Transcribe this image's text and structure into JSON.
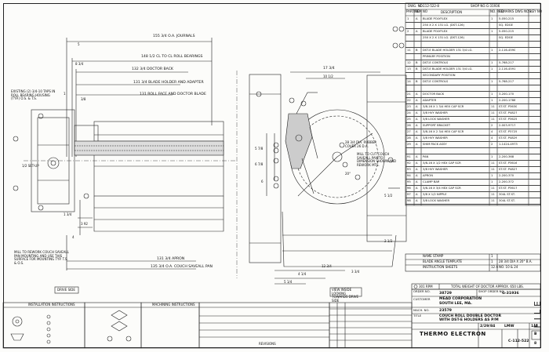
{
  "header": {
    "dwg_no_label": "DWG. NO.",
    "dwg_no": "C-112-522-8",
    "shop_no_label": "SHOP NO.",
    "shop_no": "G-31936"
  },
  "bom_headers": {
    "part_no": "PART NO",
    "item_no": "ITEM NO",
    "description": "DESCRIPTION",
    "no_req": "NO. REQ.",
    "remarks": "REMARKS DWG NOS.",
    "key_no": "KEY NO"
  },
  "bom": [
    {
      "part": "1",
      "item": "A",
      "desc": "BLADE POLYFLEX",
      "req": "1",
      "rem": "5-050-215"
    },
    {
      "part": "",
      "item": "",
      "desc": "250 X 2 X 131 LG. (DST-126)",
      "req": "",
      "rem": "SQ. EDGE"
    },
    {
      "part": "2",
      "item": "A",
      "desc": "BLADE POLYFLEX",
      "req": "1",
      "rem": "5-050-215"
    },
    {
      "part": "",
      "item": "",
      "desc": "250 X 2 X 131 LG. (DST-126)",
      "req": "",
      "rem": "SQ. EDGE"
    },
    {
      "part": "",
      "item": "",
      "desc": "",
      "req": "",
      "rem": ""
    },
    {
      "part": "11",
      "item": "B",
      "desc": "DST-E BLADE HOLDER 131 3/4 LG.",
      "req": "1",
      "rem": "2-116-4590"
    },
    {
      "part": "",
      "item": "",
      "desc": "PRIMARY POSITION",
      "req": "",
      "rem": ""
    },
    {
      "part": "12",
      "item": "B",
      "desc": "DST-E CONTROLS",
      "req": "1",
      "rem": "5-768-217"
    },
    {
      "part": "13",
      "item": "B",
      "desc": "DST-E BLADE HOLDER 131 3/4 LG.",
      "req": "1",
      "rem": "2-116-4591"
    },
    {
      "part": "",
      "item": "",
      "desc": "SECONDARY POSITION",
      "req": "",
      "rem": ""
    },
    {
      "part": "14",
      "item": "B",
      "desc": "DST-E CONTROLS",
      "req": "1",
      "rem": "5-768-217"
    },
    {
      "part": "",
      "item": "",
      "desc": "",
      "req": "",
      "rem": ""
    },
    {
      "part": "21",
      "item": "A",
      "desc": "DOCTOR BACK",
      "req": "1",
      "rem": "3-200-170"
    },
    {
      "part": "22",
      "item": "A",
      "desc": "ADAPTER",
      "req": "1",
      "rem": "2-200-1788"
    },
    {
      "part": "23",
      "item": "A",
      "desc": "3/8-16 X 1 3/4 HEX CAP SCR",
      "req": "11",
      "rem": "ST.ST. P3630"
    },
    {
      "part": "24",
      "item": "A",
      "desc": "3/8 HVY WASHER",
      "req": "11",
      "rem": "ST.ST. P4827"
    },
    {
      "part": "25",
      "item": "A",
      "desc": "3/8 LOCK WASHER",
      "req": "11",
      "rem": "ST.ST. P3625"
    },
    {
      "part": "26",
      "item": "A",
      "desc": "SUPPORT BRACKET",
      "req": "2",
      "rem": "2-003-9717"
    },
    {
      "part": "27",
      "item": "A",
      "desc": "3/8-16 X 2 3/4 HEX CAP SCR",
      "req": "4",
      "rem": "ST.ST. P3725"
    },
    {
      "part": "28",
      "item": "A",
      "desc": "3/8 HVY WASHER",
      "req": "4",
      "rem": "ST.ST. P4829"
    },
    {
      "part": "29",
      "item": "A",
      "desc": "SHIM PACK ASSY",
      "req": "2",
      "rem": "1-1424-4973"
    },
    {
      "part": "",
      "item": "",
      "desc": "",
      "req": "",
      "rem": ""
    },
    {
      "part": "91",
      "item": "A",
      "desc": "PAN",
      "req": "1",
      "rem": "2-200-368"
    },
    {
      "part": "92",
      "item": "A",
      "desc": "3/8-16 X 1/2 HEX CAP SCR",
      "req": "11",
      "rem": "ST.ST. P3616"
    },
    {
      "part": "93",
      "item": "A",
      "desc": "3/8 HVY WASHER",
      "req": "11",
      "rem": "ST.ST. P4827"
    },
    {
      "part": "94",
      "item": "A",
      "desc": "APRON",
      "req": "1",
      "rem": "2-200-370"
    },
    {
      "part": "95",
      "item": "A",
      "desc": "CLAMP BAR",
      "req": "1",
      "rem": "2-200-372"
    },
    {
      "part": "96",
      "item": "A",
      "desc": "3/8-16 X 3/4 HEX CAP SCR",
      "req": "11",
      "rem": "ST.ST. P3617"
    },
    {
      "part": "97",
      "item": "A",
      "desc": "3/8 X 1/2 NIPPLE",
      "req": "11",
      "rem": "304L ST.ST."
    },
    {
      "part": "98",
      "item": "A",
      "desc": "3/8 LOCK WASHER",
      "req": "11",
      "rem": "304L ST.ST."
    }
  ],
  "bom_lower": [
    {
      "desc": "NAME STAMP",
      "req": "1",
      "rem": ""
    },
    {
      "desc": "BLADE ANGLE TEMPLATE",
      "req": "1",
      "rem": "28 3/4 DIA X 20° B.A."
    },
    {
      "desc": "INSTRUCTION SHEETS",
      "req": "12 A",
      "rem": "NO. 10 & 24"
    }
  ],
  "weight": {
    "rpm": "301 RPM",
    "text": "TOTAL WEIGHT OF DOCTOR APPROX. 650 LBS."
  },
  "title_block": {
    "order_label": "ORDER NO.",
    "order_no": "38729",
    "shop_order_label": "SHOP ORDER NO.",
    "shop_order_no": "G-31936",
    "customer_label": "CUSTOMER",
    "customer": "MEAD CORPORATION",
    "location": "SOUTH LEE, MA.",
    "mach_label": "MACH. NO.",
    "mach_no": "23579",
    "title_label": "TITLE",
    "title1": "COUCH ROLL DOUBLE DOCTOR",
    "title2": "WITH DST-E HOLDERS  AS P/M",
    "company": "THERMO ELECTRON",
    "drawing_no": "C-112-522",
    "sheet": "B",
    "scale": "1/4",
    "date": "2/29/84",
    "drawn": "LMW"
  },
  "notes": {
    "journals": "155 3/4 O.A. JOURNALS",
    "roll_bearings": "148 1/2 CL TO CL ROLL BEARINGS",
    "doctor_back": "132 3/4 DOCTOR BACK",
    "blade_holder": "131 3/4 BLADE HOLDER AND ADAPTER",
    "roll_face": "131 ROLL FACE AND DOCTOR BLADE",
    "existing_taps": "EXISTING (2) 3/4-10 TAPS IN ROLL BEARING HOUSING (TYP.) O.S. & T.S.",
    "set_up": "1/2 SET-UP",
    "mill_rework": "MILL TO REWORK COUCH SAVEALL PAN MOUNTING AND USE THIS SURFACE FOR MOUNTING TYP. T.S. & O.S.",
    "apron": "131 3/4 APRON",
    "saveall_pan": "135 3/4 O.A. COUCH SAVEALL PAN",
    "drive_side": "DRIVE SIDE",
    "rubber_cover": "28 3/4 DIA. RUBBER COVER 26 D.A.",
    "mill_cut": "MILL TO CUT COUCH SAVEALL PAN TO DIMENSION SHOWN AND REWORK MTS.",
    "view_inside": "VIEW INSIDE LOOKING TOWARDS DRIVE SIDE",
    "dim_5": "5",
    "dim_8": "8 3/4",
    "dim_38": "3/8",
    "dim_1": "1",
    "dim_134": "1 3/4",
    "dim_392": "3 92",
    "dim_434": "4",
    "dim_17": "17 3/4",
    "dim_10": "10 1/2",
    "dim_6": "6",
    "dim_578": "5 7/8",
    "dim_4": "4 1/4",
    "dim_5b": "5 1/2",
    "dim_12": "12 3/4",
    "dim_3": "3 3/4",
    "dim_2": "2 1/2",
    "dim_5c": "5 1/4",
    "dim_6b": "6 7/8",
    "dim_20": "20°"
  },
  "install": {
    "title": "INSTALLATION INSTRUCTIONS",
    "mach_title": "MACHINING INSTRUCTIONS",
    "revisions": "REVISIONS"
  },
  "file_stamp": "FILE",
  "sheet_number": "8"
}
